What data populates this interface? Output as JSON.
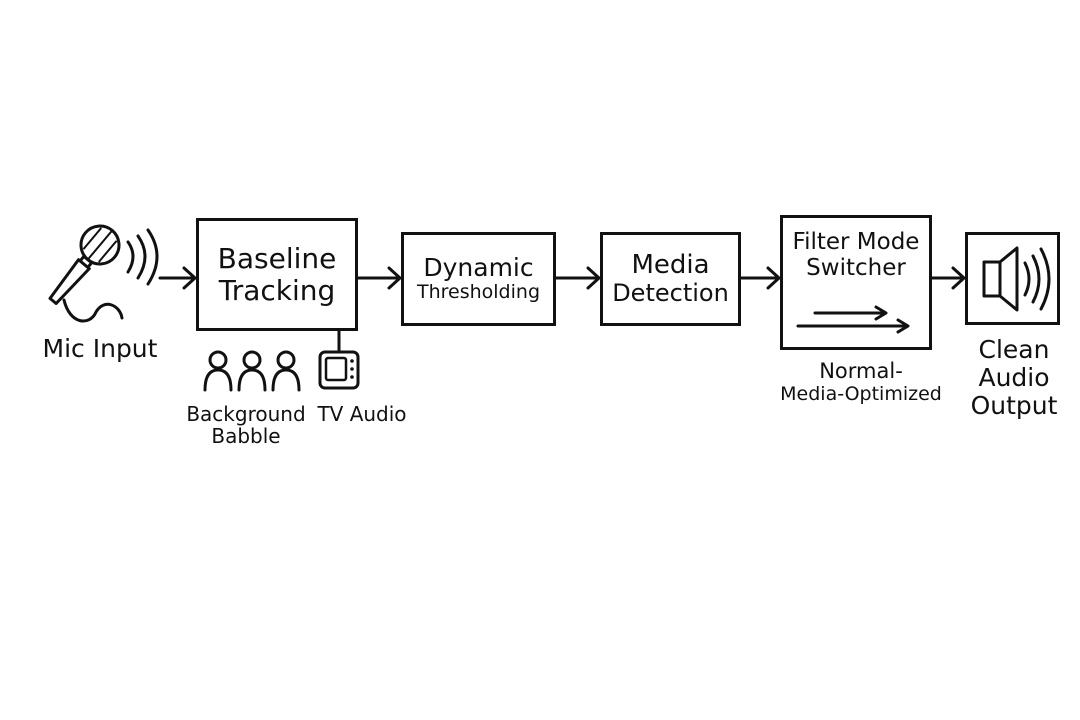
{
  "input": {
    "label": "Mic Input",
    "icon": "microphone-icon"
  },
  "blocks": {
    "baseline_tracking": {
      "line1": "Baseline",
      "line2": "Tracking"
    },
    "dynamic_thresholding": {
      "line1": "Dynamic",
      "line2": "Thresholding"
    },
    "media_detection": {
      "line1": "Media",
      "line2": "Detection"
    },
    "filter_mode_switcher": {
      "line1": "Filter Mode",
      "line2": "Switcher"
    }
  },
  "noise_sources": {
    "background_babble": {
      "line1": "Background",
      "line2": "Babble",
      "icon": "people-icon"
    },
    "tv_audio": {
      "label": "TV Audio",
      "icon": "tv-icon"
    }
  },
  "modes": {
    "line1": "Normal-",
    "line2": "Media-Optimized"
  },
  "output": {
    "line1": "Clean",
    "line2": "Audio",
    "line3": "Output",
    "icon": "speaker-icon"
  }
}
